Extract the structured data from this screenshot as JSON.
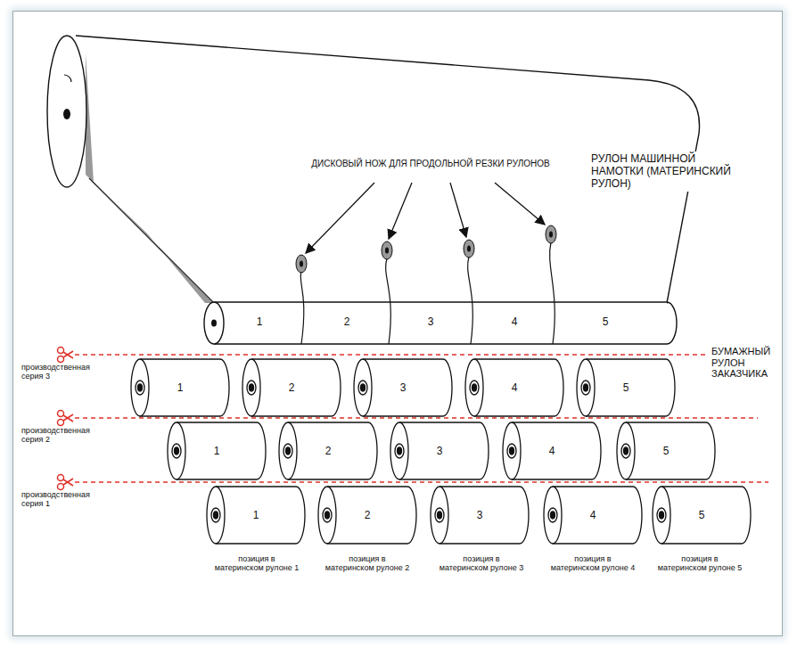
{
  "diagram": {
    "nodes": [
      {
        "text": [
          "1"
        ]
      },
      {
        "text": [
          "2"
        ]
      },
      {
        "text": [
          "3"
        ]
      },
      {
        "text": [
          "4"
        ]
      },
      {
        "text": [
          "5"
        ]
      },
      {
        "text": [
          "1"
        ]
      },
      {
        "text": [
          "2"
        ]
      },
      {
        "text": [
          "3"
        ]
      },
      {
        "text": [
          "4"
        ]
      },
      {
        "text": [
          "5"
        ]
      },
      {
        "text": [
          "1"
        ]
      },
      {
        "text": [
          "2"
        ]
      },
      {
        "text": [
          "3"
        ]
      },
      {
        "text": [
          "4"
        ]
      },
      {
        "text": [
          "5"
        ]
      }
    ],
    "labels": [
      "ДИСКОВЫЙ НОЖ ДЛЯ ПРОДОЛЬНОЙ РЕЗКИ РУЛОНОВ",
      "РУЛОН МАШИННОЙ НАМОТКИ (МАТЕРИНСКИЙ РУЛОН)",
      "1",
      "2",
      "3",
      "4",
      "5",
      "БУМАЖНЫЙ РУЛОН ЗАКАЗЧИКА",
      "производственная серия 3",
      "производственная серия 2",
      "производственная серия 1",
      "позиция в материнском рулоне 1",
      "позиция в материнском рулоне 2",
      "позиция в материнском рулоне 3",
      "позиция в материнском рулоне 4",
      "позиция в материнском рулоне 5"
    ]
  }
}
